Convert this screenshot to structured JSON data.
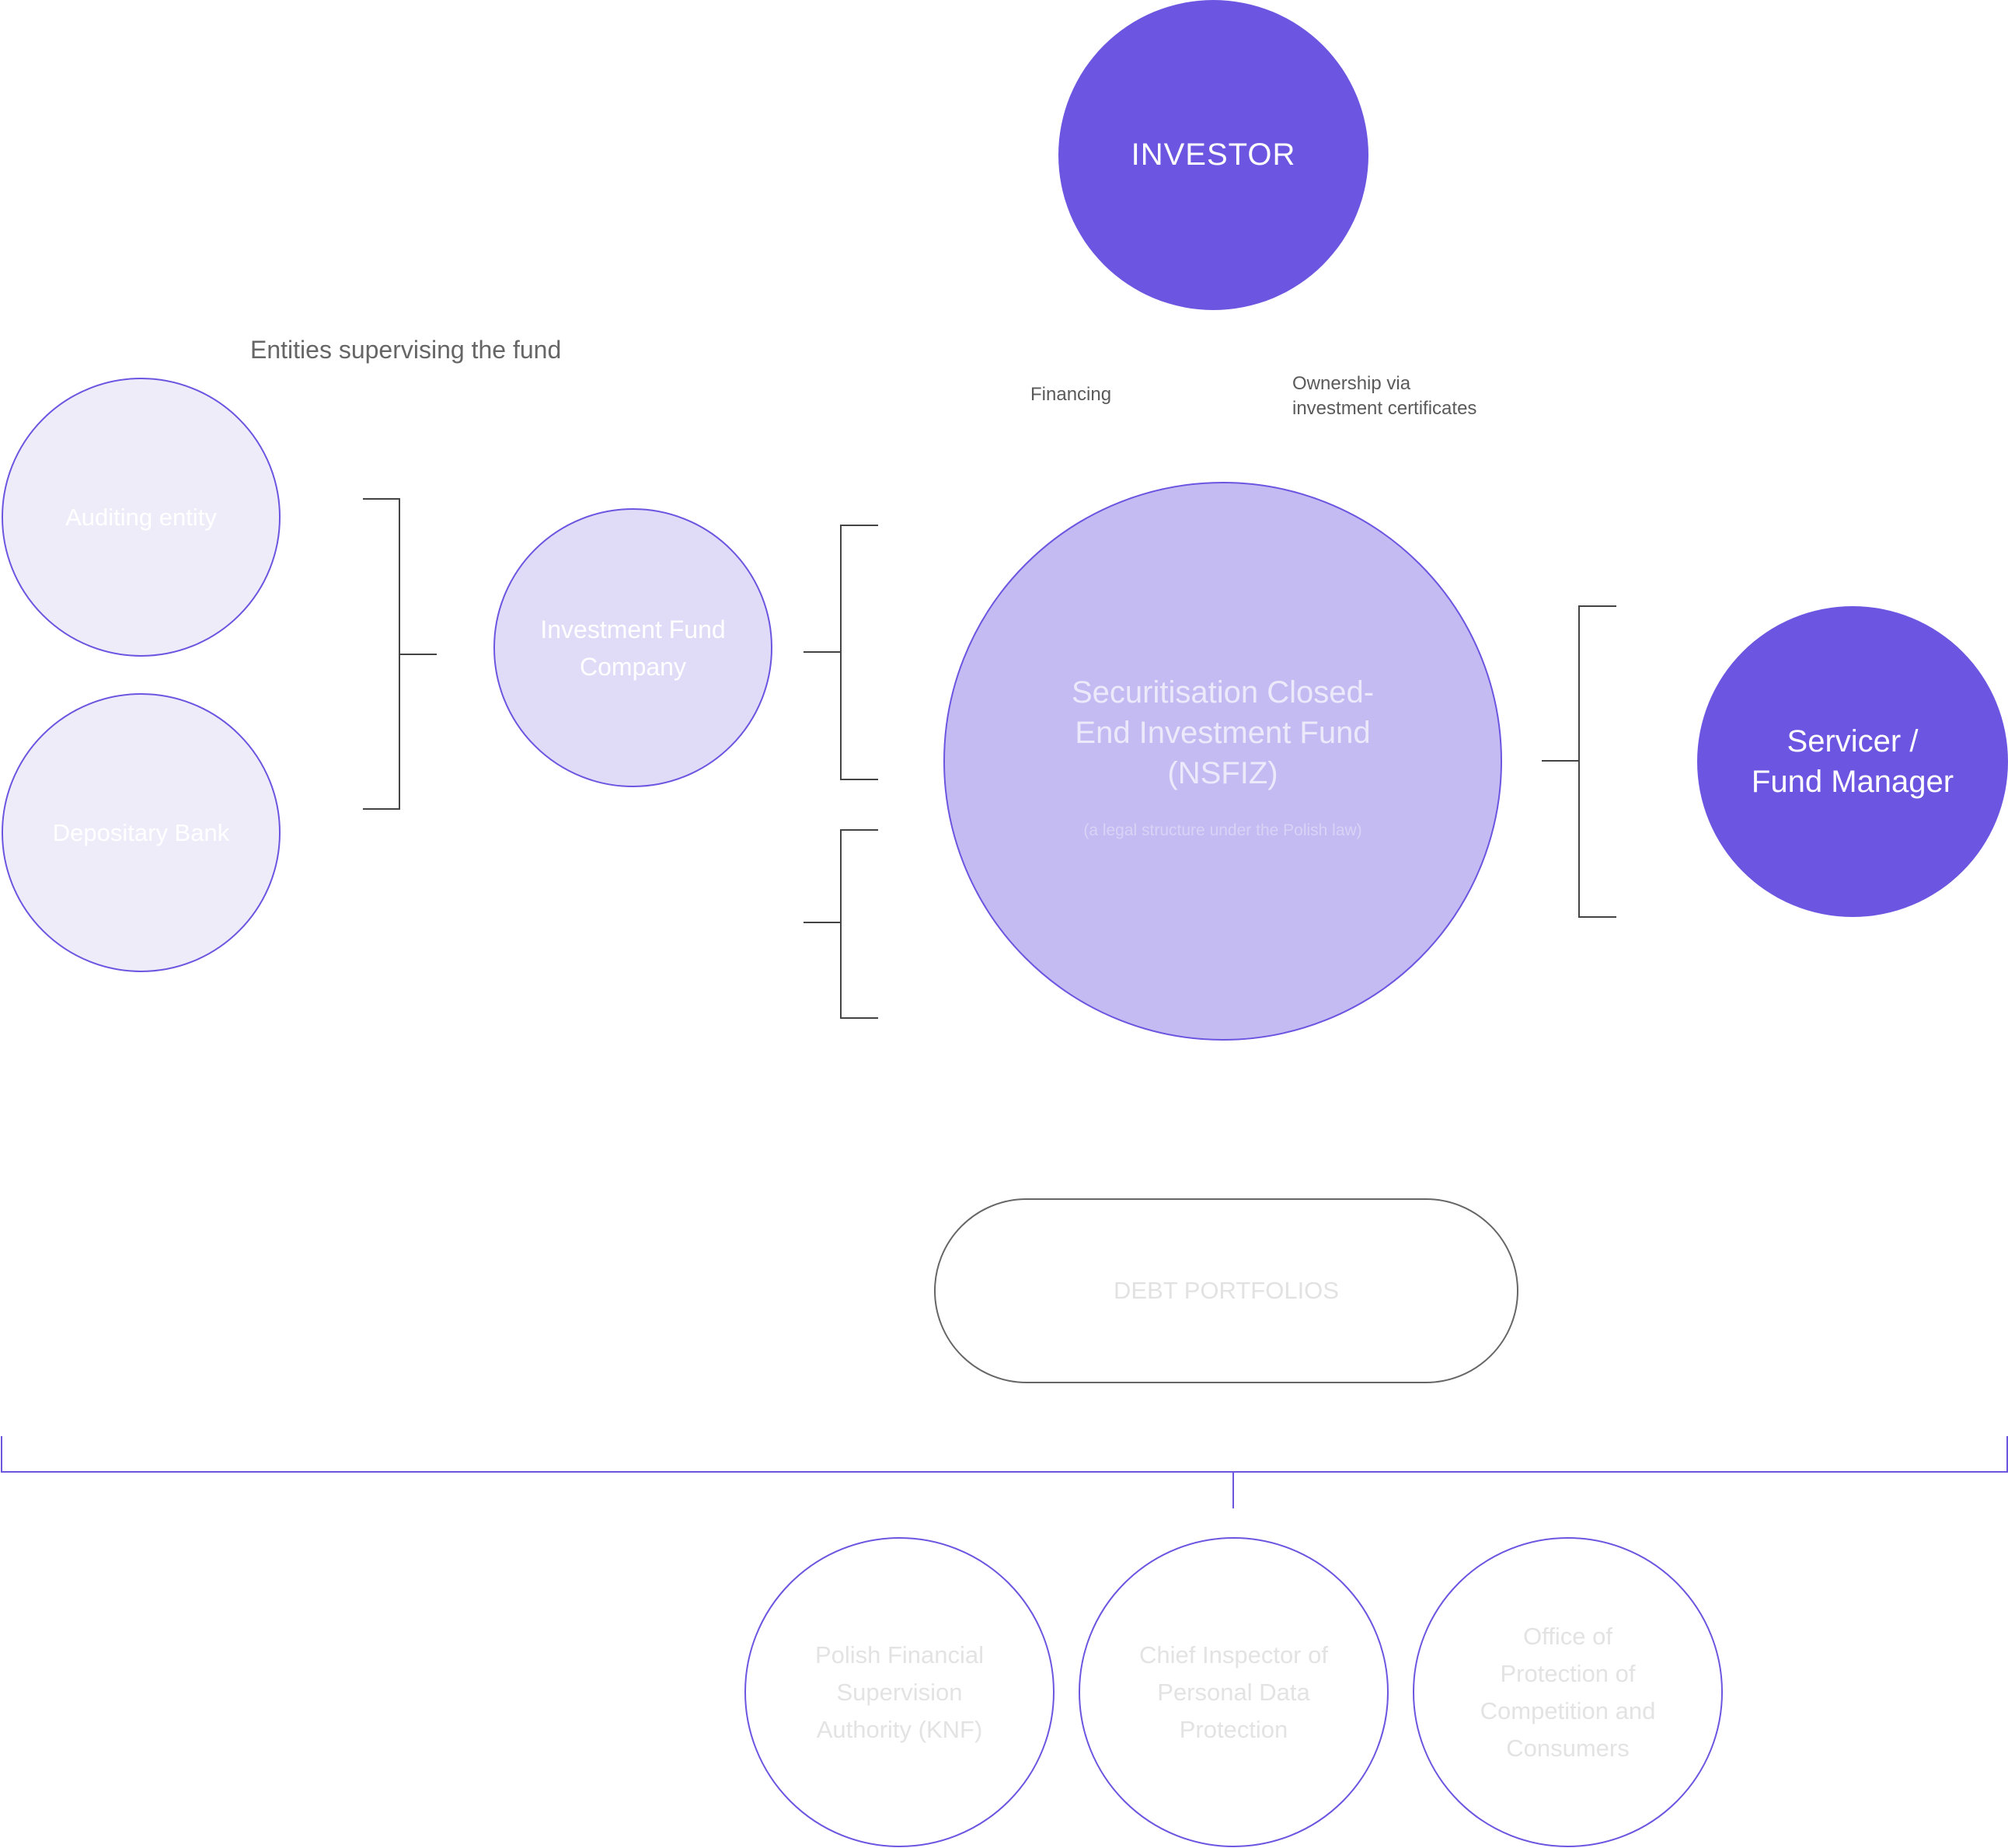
{
  "investor": {
    "label": "INVESTOR"
  },
  "supervising": {
    "caption": "Entities supervising the fund"
  },
  "auditing": {
    "label": "Auditing entity"
  },
  "depositary": {
    "label": "Depositary Bank"
  },
  "ifc": {
    "label": "Investment Fund\nCompany"
  },
  "fund": {
    "label": "Securitisation Closed-\nEnd Investment Fund\n(NSFIZ)",
    "sublabel": "(a legal structure under the Polish law)"
  },
  "servicer": {
    "label": "Servicer /\nFund Manager"
  },
  "flows": {
    "financing": "Financing",
    "ownership": "Ownership via\ninvestment certificates"
  },
  "debt": {
    "label": "DEBT PORTFOLIOS"
  },
  "regulators": [
    {
      "label": "Polish Financial\nSupervision\nAuthority (KNF)"
    },
    {
      "label": "Chief Inspector of\nPersonal Data\nProtection"
    },
    {
      "label": "Office of\nProtection of\nCompetition and\nConsumers"
    }
  ],
  "colors": {
    "accent": "#6c55e0",
    "fund_fill": "#c4bbf2",
    "ifc_fill": "#e0dcf8",
    "supervisor_fill": "#efecfa",
    "bracket": "#444444"
  }
}
